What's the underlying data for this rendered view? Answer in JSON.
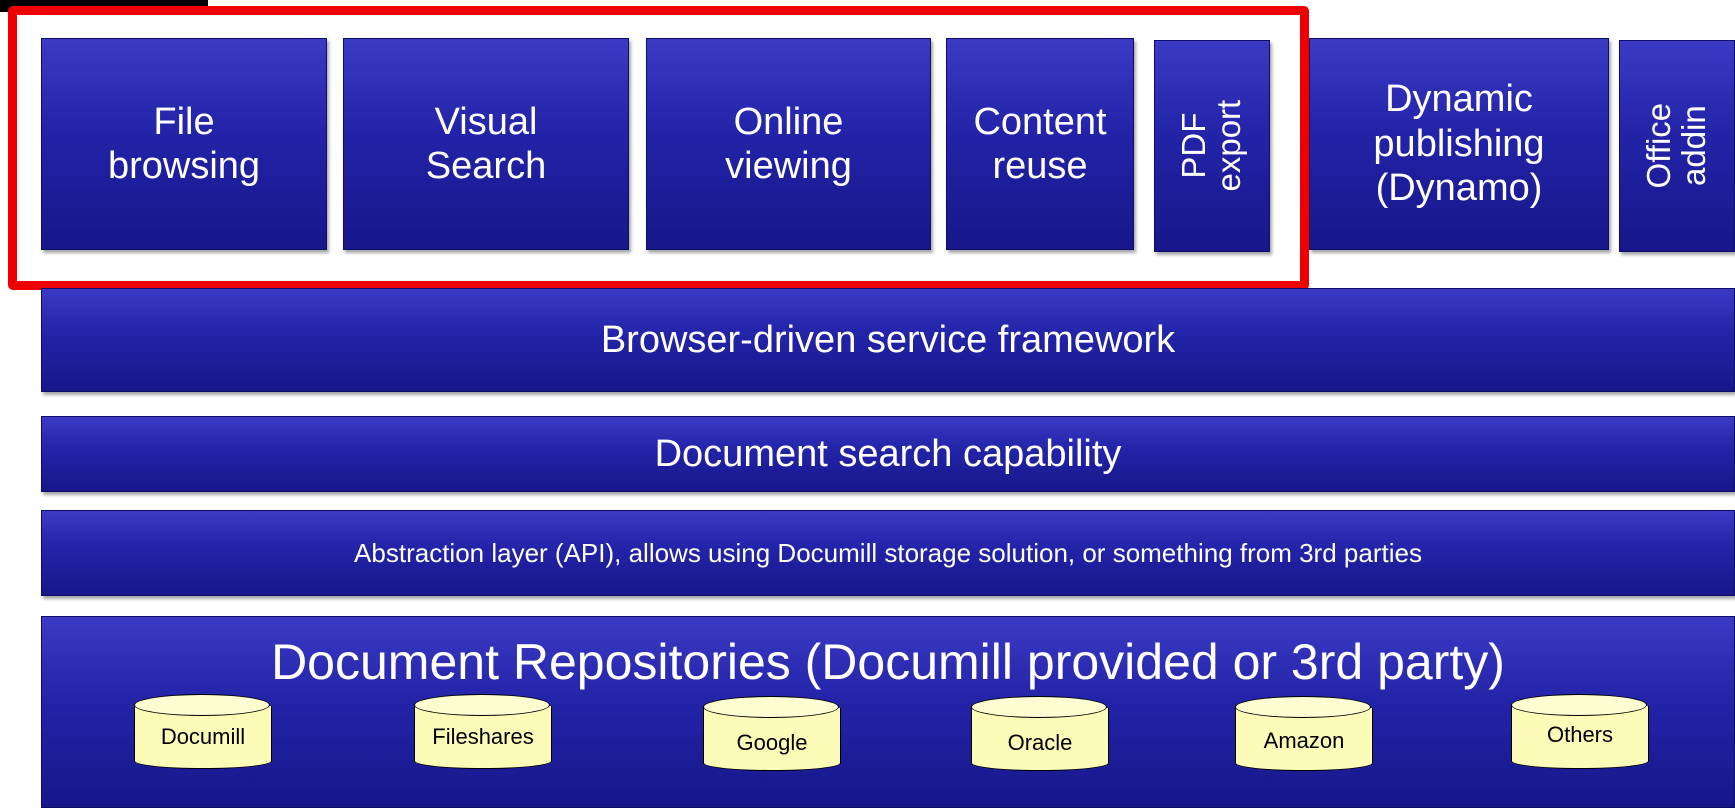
{
  "top_blocks": {
    "file_browsing": "File\nbrowsing",
    "visual_search": "Visual\nSearch",
    "online_viewing": "Online\nviewing",
    "content_reuse": "Content\nreuse",
    "pdf_export": "PDF\nexport",
    "dynamic_publishing": "Dynamic\npublishing\n(Dynamo)",
    "office_addin": "Office\naddin"
  },
  "layers": {
    "framework": "Browser-driven service framework",
    "search": "Document search capability",
    "abstraction": "Abstraction layer (API), allows using Documill storage solution, or something from 3rd parties",
    "repositories": "Document Repositories (Documill provided or 3rd party)"
  },
  "repositories": [
    "Documill",
    "Fileshares",
    "Google",
    "Oracle",
    "Amazon",
    "Others"
  ],
  "colors": {
    "block_fill": "#2323a8",
    "highlight": "#ee0000",
    "cylinder_fill": "#fdfbb8"
  }
}
